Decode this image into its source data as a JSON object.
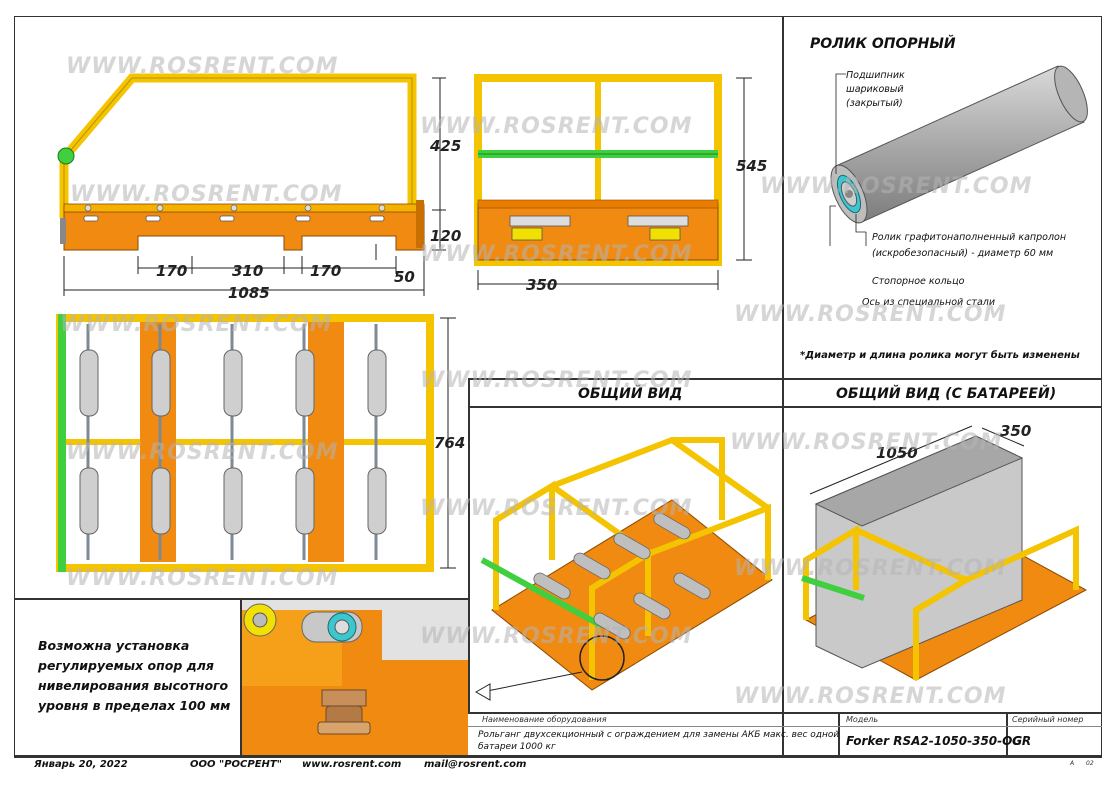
{
  "watermark": "WWW.ROSRENT.COM",
  "dimensions": {
    "front_height_top": "425",
    "front_height_bottom": "120",
    "span_left": "170",
    "span_mid": "310",
    "span_right": "170",
    "total_length": "1085",
    "foot": "50",
    "side_height": "545",
    "side_width": "350",
    "plan_width": "764"
  },
  "roller_section": {
    "title": "РОЛИК ОПОРНЫЙ",
    "bearing_label": [
      "Подшипник",
      "шариковый",
      "(закрытый)"
    ],
    "roller_label": [
      "Ролик графитонаполненный капролон",
      "(искробезопасный) - диаметр 60 мм"
    ],
    "ring_label": "Стопорное кольцо",
    "axis_label": "Ось из специальной стали",
    "footnote": "*Диаметр и длина ролика могут быть изменены"
  },
  "views": {
    "general": "ОБЩИЙ ВИД",
    "with_battery": "ОБЩИЙ ВИД (С БАТАРЕЕЙ)",
    "battery_length": "1050",
    "battery_width": "350"
  },
  "info_box": {
    "text": [
      "Возможна установка",
      "регулируемых опор для",
      "нивелирования высотного",
      "уровня в пределах 100 мм"
    ]
  },
  "title_block": {
    "equipment_header": "Наименование оборудования",
    "equipment_value": [
      "Рольганг двухсекционный с ограждением  для замены АКБ макс. вес одной",
      "батареи 1000 кг"
    ],
    "model_header": "Модель",
    "model_value": "Forker RSA2-1050-350-OG",
    "serial_header": "Серийный номер",
    "serial_value": "GR",
    "sheet_a": "A",
    "sheet_no": "02"
  },
  "footer": {
    "date": "Январь 20, 2022",
    "company": "ООО \"РОСРЕНТ\"",
    "site": "www.rosrent.com",
    "mail": "mail@rosrent.com"
  },
  "colors": {
    "orange": "#f08a10",
    "yellow": "#f5c400",
    "green": "#3fcf3f",
    "roller": "#c8c8c8"
  }
}
